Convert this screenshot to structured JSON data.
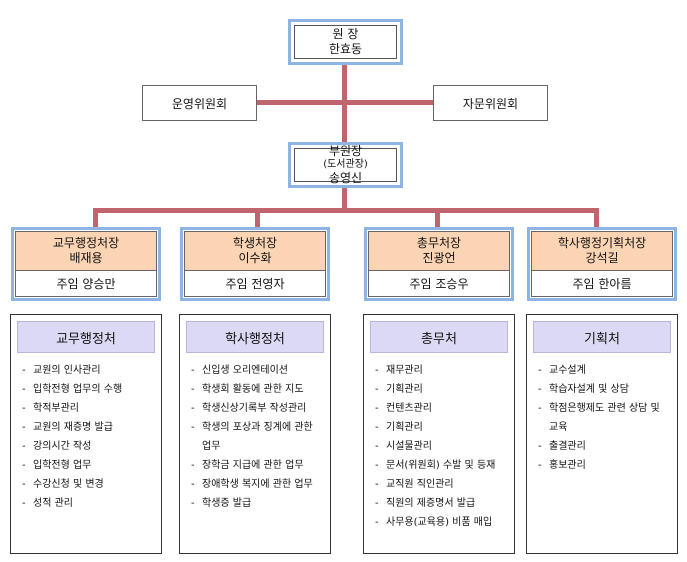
{
  "director": {
    "title": "원 장",
    "name": "한효동"
  },
  "committees": {
    "left": "운영위원회",
    "right": "자문위원회"
  },
  "vice_director": {
    "title": "부원장",
    "subtitle": "(도서관장)",
    "name": "송영신"
  },
  "colors": {
    "line": "#c0656d",
    "frame": "#8eb4e3",
    "head_fill": "#fbd4b4",
    "card_title_fill": "#dcd9f4"
  },
  "departments": [
    {
      "head_title": "교무행정처장",
      "head_name": "배재용",
      "staff": "주임  양승만",
      "office": "교무행정처",
      "duties": [
        "교원의 인사관리",
        "입학전형 업무의 수행",
        "학적부관리",
        "교원의 재증명 발급",
        "강의시간 작성",
        "입학전형 업무",
        "수강신청 및 변경",
        "성적 관리"
      ]
    },
    {
      "head_title": "학생처장",
      "head_name": "이수화",
      "staff": "주임  전영자",
      "office": "학사행정처",
      "duties": [
        "신입생 오리엔테이션",
        "학생회 활동에 관한 지도",
        "학생신상기록부 작성관리",
        "학생의 포상과 징계에 관한 업무",
        "장학금 지급에 관한 업무",
        "장애학생 복지에 관한 업무",
        "학생증 발급"
      ]
    },
    {
      "head_title": "총무처장",
      "head_name": "진광언",
      "staff": "주임  조승우",
      "office": "총무처",
      "duties": [
        "재무관리",
        "기획관리",
        "컨텐츠관리",
        "기획관리",
        "시설물관리",
        "문서(위원회) 수발 및 등재",
        "교직원 직인관리",
        "직원의 제증명서 발급",
        "사무용(교육용) 비품 매입"
      ]
    },
    {
      "head_title": "학사행정기획처장",
      "head_name": "강석길",
      "staff": "주임  한아름",
      "office": "기획처",
      "duties": [
        "교수설계",
        "학습자설계 및 상담",
        "학점은행제도 관련 상담 및 교육",
        "출결관리",
        "홍보관리"
      ]
    }
  ]
}
